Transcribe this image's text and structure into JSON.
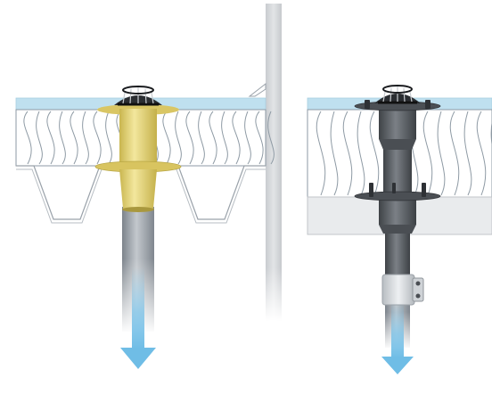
{
  "figure": {
    "panels": [
      {
        "id": "left",
        "components": [
          "roof-membrane",
          "insulation-layer",
          "trapezoidal-deck",
          "drain-grate",
          "drain-body",
          "drain-pipe",
          "flow-arrow",
          "parapet-wall"
        ]
      },
      {
        "id": "right",
        "components": [
          "roof-membrane",
          "insulation-layer",
          "concrete-deck",
          "drain-grate",
          "drain-body",
          "flanges",
          "bolts",
          "pipe-clamp",
          "drain-pipe",
          "flow-arrow"
        ]
      }
    ],
    "colors": {
      "membrane": "#bfe0ef",
      "insulation_fill": "#ffffff",
      "insulation_line": "#8e9aa4",
      "deck_line": "#9aa2aa",
      "concrete": "#e9ebed",
      "wall": "#d7d9dc",
      "drain_yellow": "#e8d77a",
      "drain_grey": "#5b5f64",
      "pipe": "#9aa0a8",
      "arrow": "#6fbde6",
      "grate": "#1f2226"
    }
  }
}
